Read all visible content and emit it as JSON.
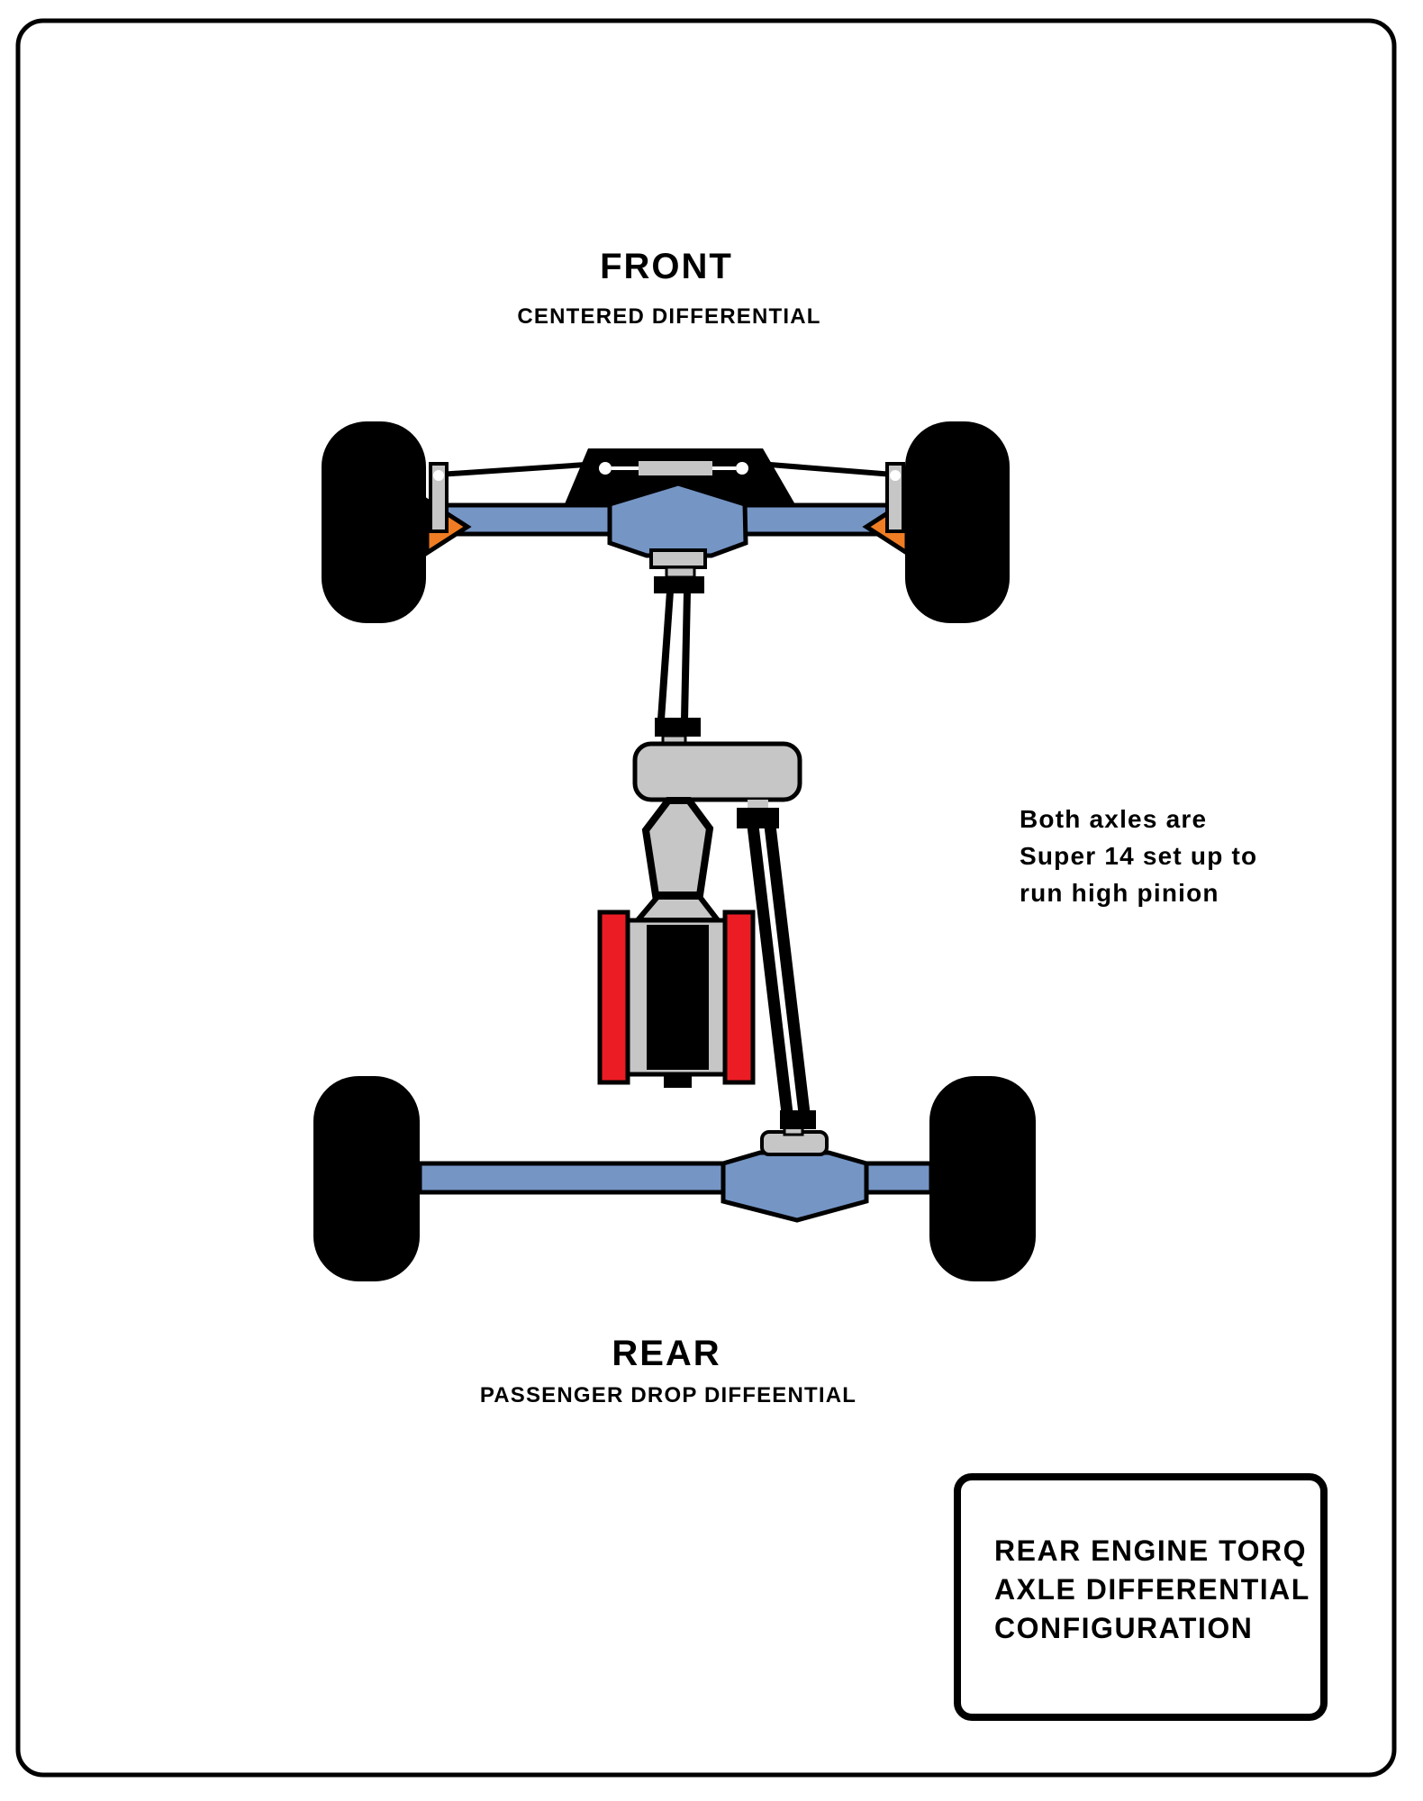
{
  "front_section": {
    "title": "FRONT",
    "subtitle": "CENTERED DIFFERENTIAL"
  },
  "rear_section": {
    "title": "REAR",
    "subtitle": "PASSENGER DROP DIFFEENTIAL"
  },
  "note": {
    "line1": "Both axles are",
    "line2": "Super 14 set up to",
    "line3": "run high pinion"
  },
  "caption_box": {
    "line1": "REAR ENGINE TORQ",
    "line2": "AXLE DIFFERENTIAL",
    "line3": "CONFIGURATION"
  },
  "colors": {
    "axle_blue": "#7595c5",
    "arrow_orange": "#f07d23",
    "engine_red": "#ec1c24",
    "machine_gray": "#c6c6c6",
    "line_black": "#000000",
    "background_white": "#ffffff"
  }
}
